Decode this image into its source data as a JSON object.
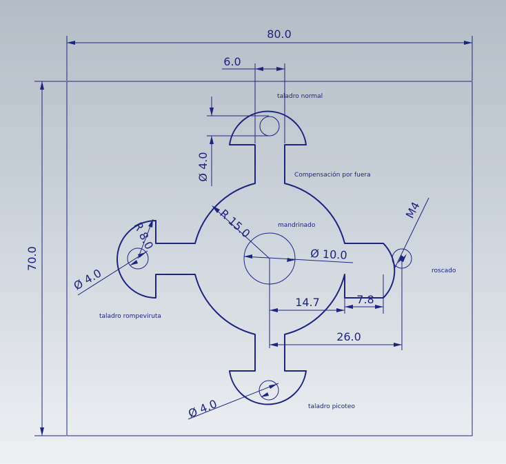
{
  "colors": {
    "ink": "#1c2580"
  },
  "dimensions": {
    "width_overall": "80.0",
    "height_overall": "70.0",
    "top_offset": "6.0",
    "top_hole_dia": "Ø 4.0",
    "big_radius": "R 15.0",
    "center_dia": "Ø 10.0",
    "left_radius": "R 8.0",
    "left_hole_dia": "Ø 4.0",
    "bottom_hole_dia": "Ø 4.0",
    "right_thread": "M4",
    "dim_147": "14.7",
    "dim_78": "7.8",
    "dim_260": "26.0"
  },
  "notes": {
    "top": "taladro normal",
    "comp": "Compensación por fuera",
    "center": "mandrinado",
    "right": "roscado",
    "left": "taladro rompeviruta",
    "bottom": "taladro picoteo"
  }
}
